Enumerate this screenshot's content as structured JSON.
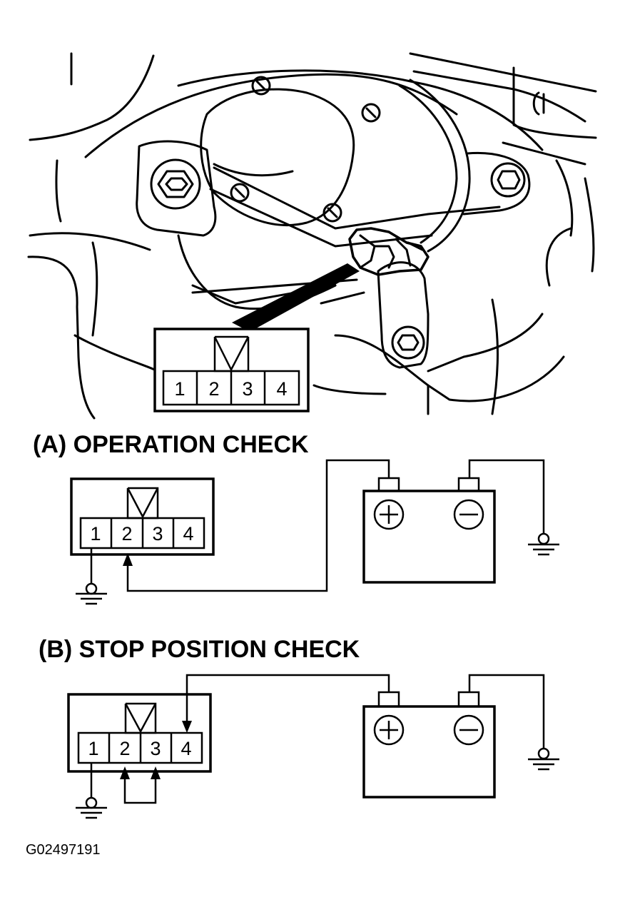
{
  "illustration": {
    "connector_pins": [
      "1",
      "2",
      "3",
      "4"
    ]
  },
  "section_a": {
    "title": "(A) OPERATION CHECK",
    "connector_pins": [
      "1",
      "2",
      "3",
      "4"
    ],
    "battery_positive": "positive-terminal-icon",
    "battery_negative": "negative-terminal-icon"
  },
  "section_b": {
    "title": "(B) STOP POSITION CHECK",
    "connector_pins": [
      "1",
      "2",
      "3",
      "4"
    ],
    "battery_positive": "positive-terminal-icon",
    "battery_negative": "negative-terminal-icon"
  },
  "figure_code": "G02497191"
}
